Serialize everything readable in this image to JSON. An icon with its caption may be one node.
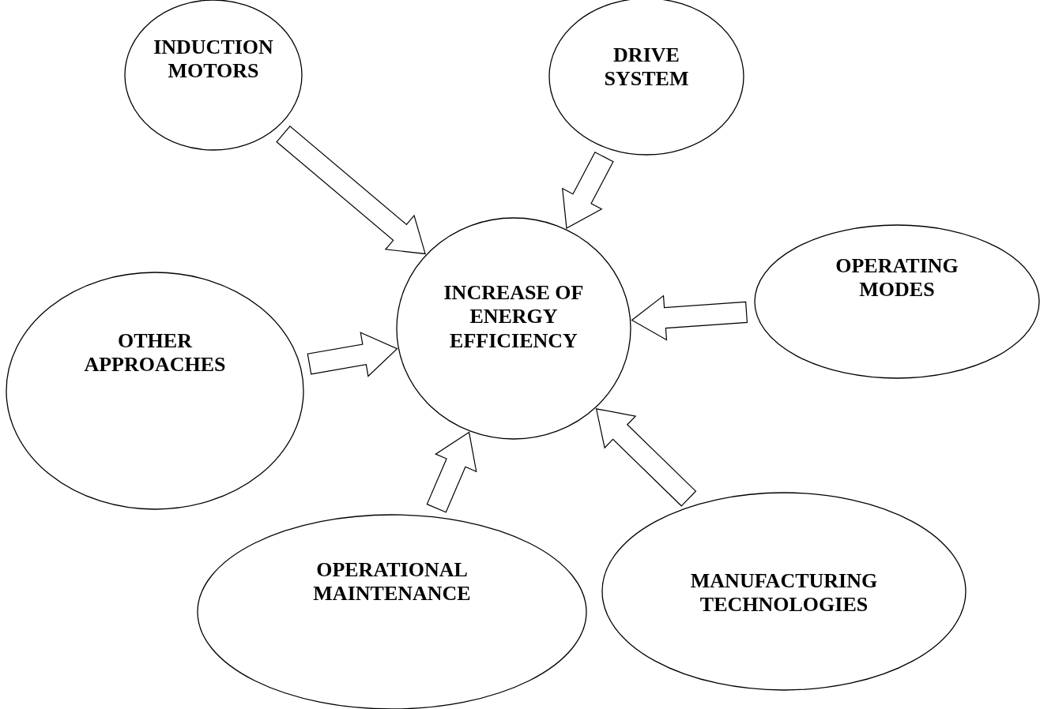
{
  "diagram": {
    "nodes": [
      {
        "text": [
          "INCREASE OF ENERGY EFFICIENCY"
        ]
      },
      {
        "text": [
          "INDUCTION MOTORS"
        ]
      },
      {
        "text": [
          "DRIVE SYSTEM"
        ]
      },
      {
        "text": [
          "OPERATING MODES"
        ]
      },
      {
        "text": [
          "OTHER APPROACHES"
        ]
      },
      {
        "text": [
          "OPERATIONAL MAINTENANCE"
        ]
      },
      {
        "text": [
          "MANUFACTURING TECHNOLOGIES"
        ]
      }
    ],
    "edges": [
      {
        "from": 1,
        "to": 0,
        "arrow": "to"
      },
      {
        "from": 2,
        "to": 0,
        "arrow": "to"
      },
      {
        "from": 3,
        "to": 0,
        "arrow": "to"
      },
      {
        "from": 4,
        "to": 0,
        "arrow": "to"
      },
      {
        "from": 5,
        "to": 0,
        "arrow": "to"
      },
      {
        "from": 6,
        "to": 0,
        "arrow": "to"
      }
    ]
  }
}
